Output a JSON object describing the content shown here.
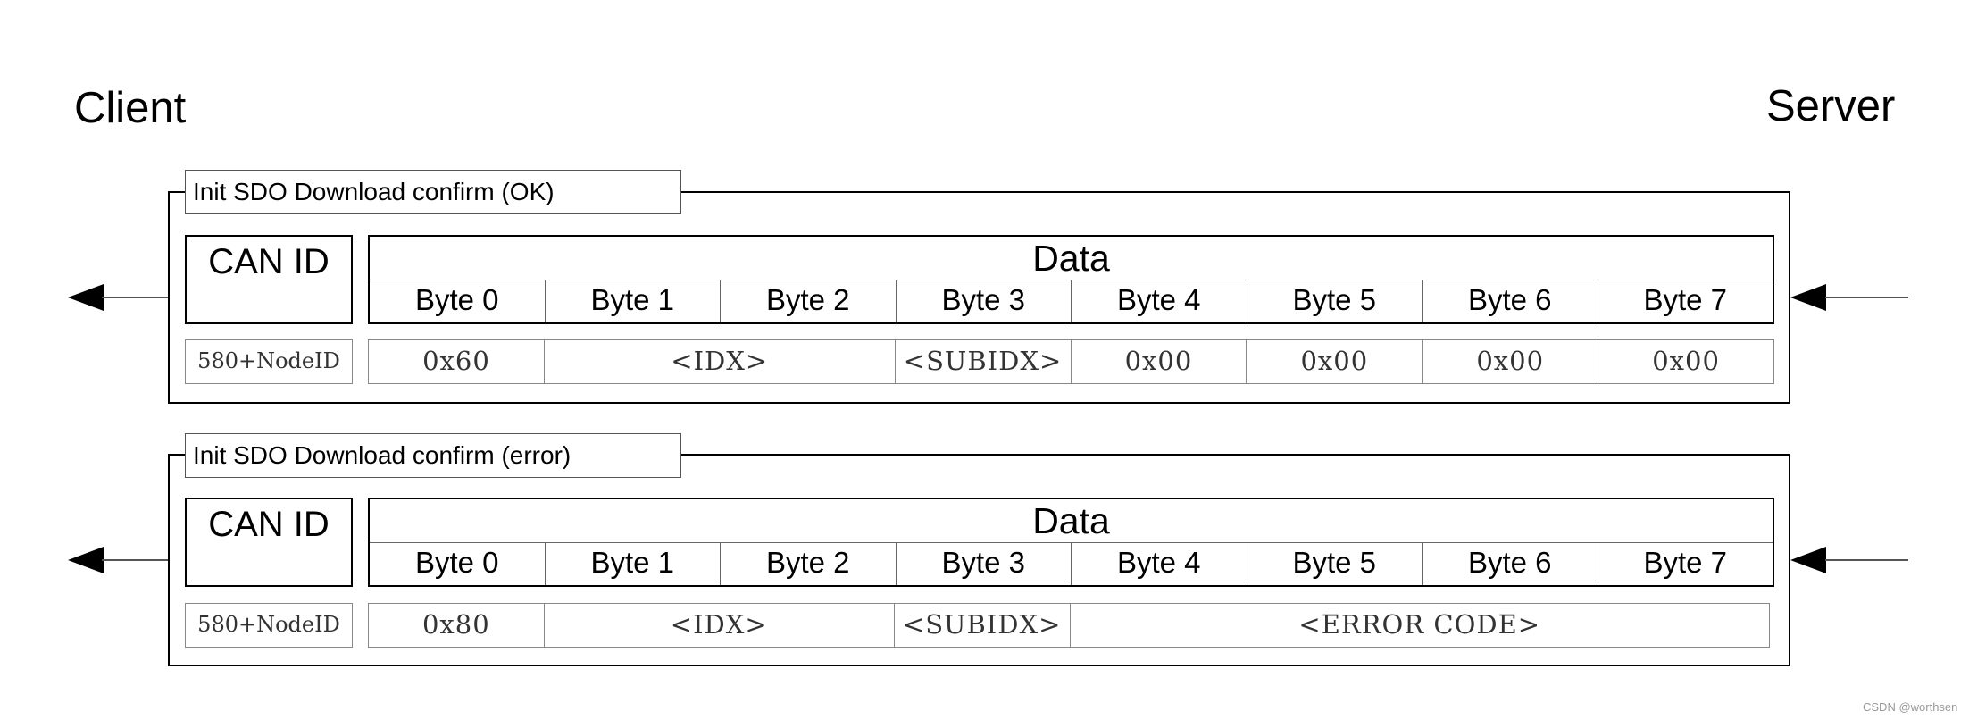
{
  "client_label": "Client",
  "server_label": "Server",
  "messages": [
    {
      "title": "Init SDO Download confirm (OK)",
      "can_id_header": "CAN ID",
      "data_header": "Data",
      "bytes": [
        "Byte 0",
        "Byte 1",
        "Byte 2",
        "Byte 3",
        "Byte 4",
        "Byte 5",
        "Byte 6",
        "Byte 7"
      ],
      "can_id_value": "580+NodeID",
      "values": [
        {
          "text": "0x60",
          "span": 1
        },
        {
          "text": "<IDX>",
          "span": 2
        },
        {
          "text": "<SUBIDX>",
          "span": 1
        },
        {
          "text": "0x00",
          "span": 1
        },
        {
          "text": "0x00",
          "span": 1
        },
        {
          "text": "0x00",
          "span": 1
        },
        {
          "text": "0x00",
          "span": 1
        }
      ]
    },
    {
      "title": "Init SDO Download confirm (error)",
      "can_id_header": "CAN ID",
      "data_header": "Data",
      "bytes": [
        "Byte 0",
        "Byte 1",
        "Byte 2",
        "Byte 3",
        "Byte 4",
        "Byte 5",
        "Byte 6",
        "Byte 7"
      ],
      "can_id_value": "580+NodeID",
      "values": [
        {
          "text": "0x80",
          "span": 1
        },
        {
          "text": "<IDX>",
          "span": 2
        },
        {
          "text": "<SUBIDX>",
          "span": 1
        },
        {
          "text": "<ERROR CODE>",
          "span": 4
        }
      ]
    }
  ],
  "watermark": "CSDN @worthsen"
}
